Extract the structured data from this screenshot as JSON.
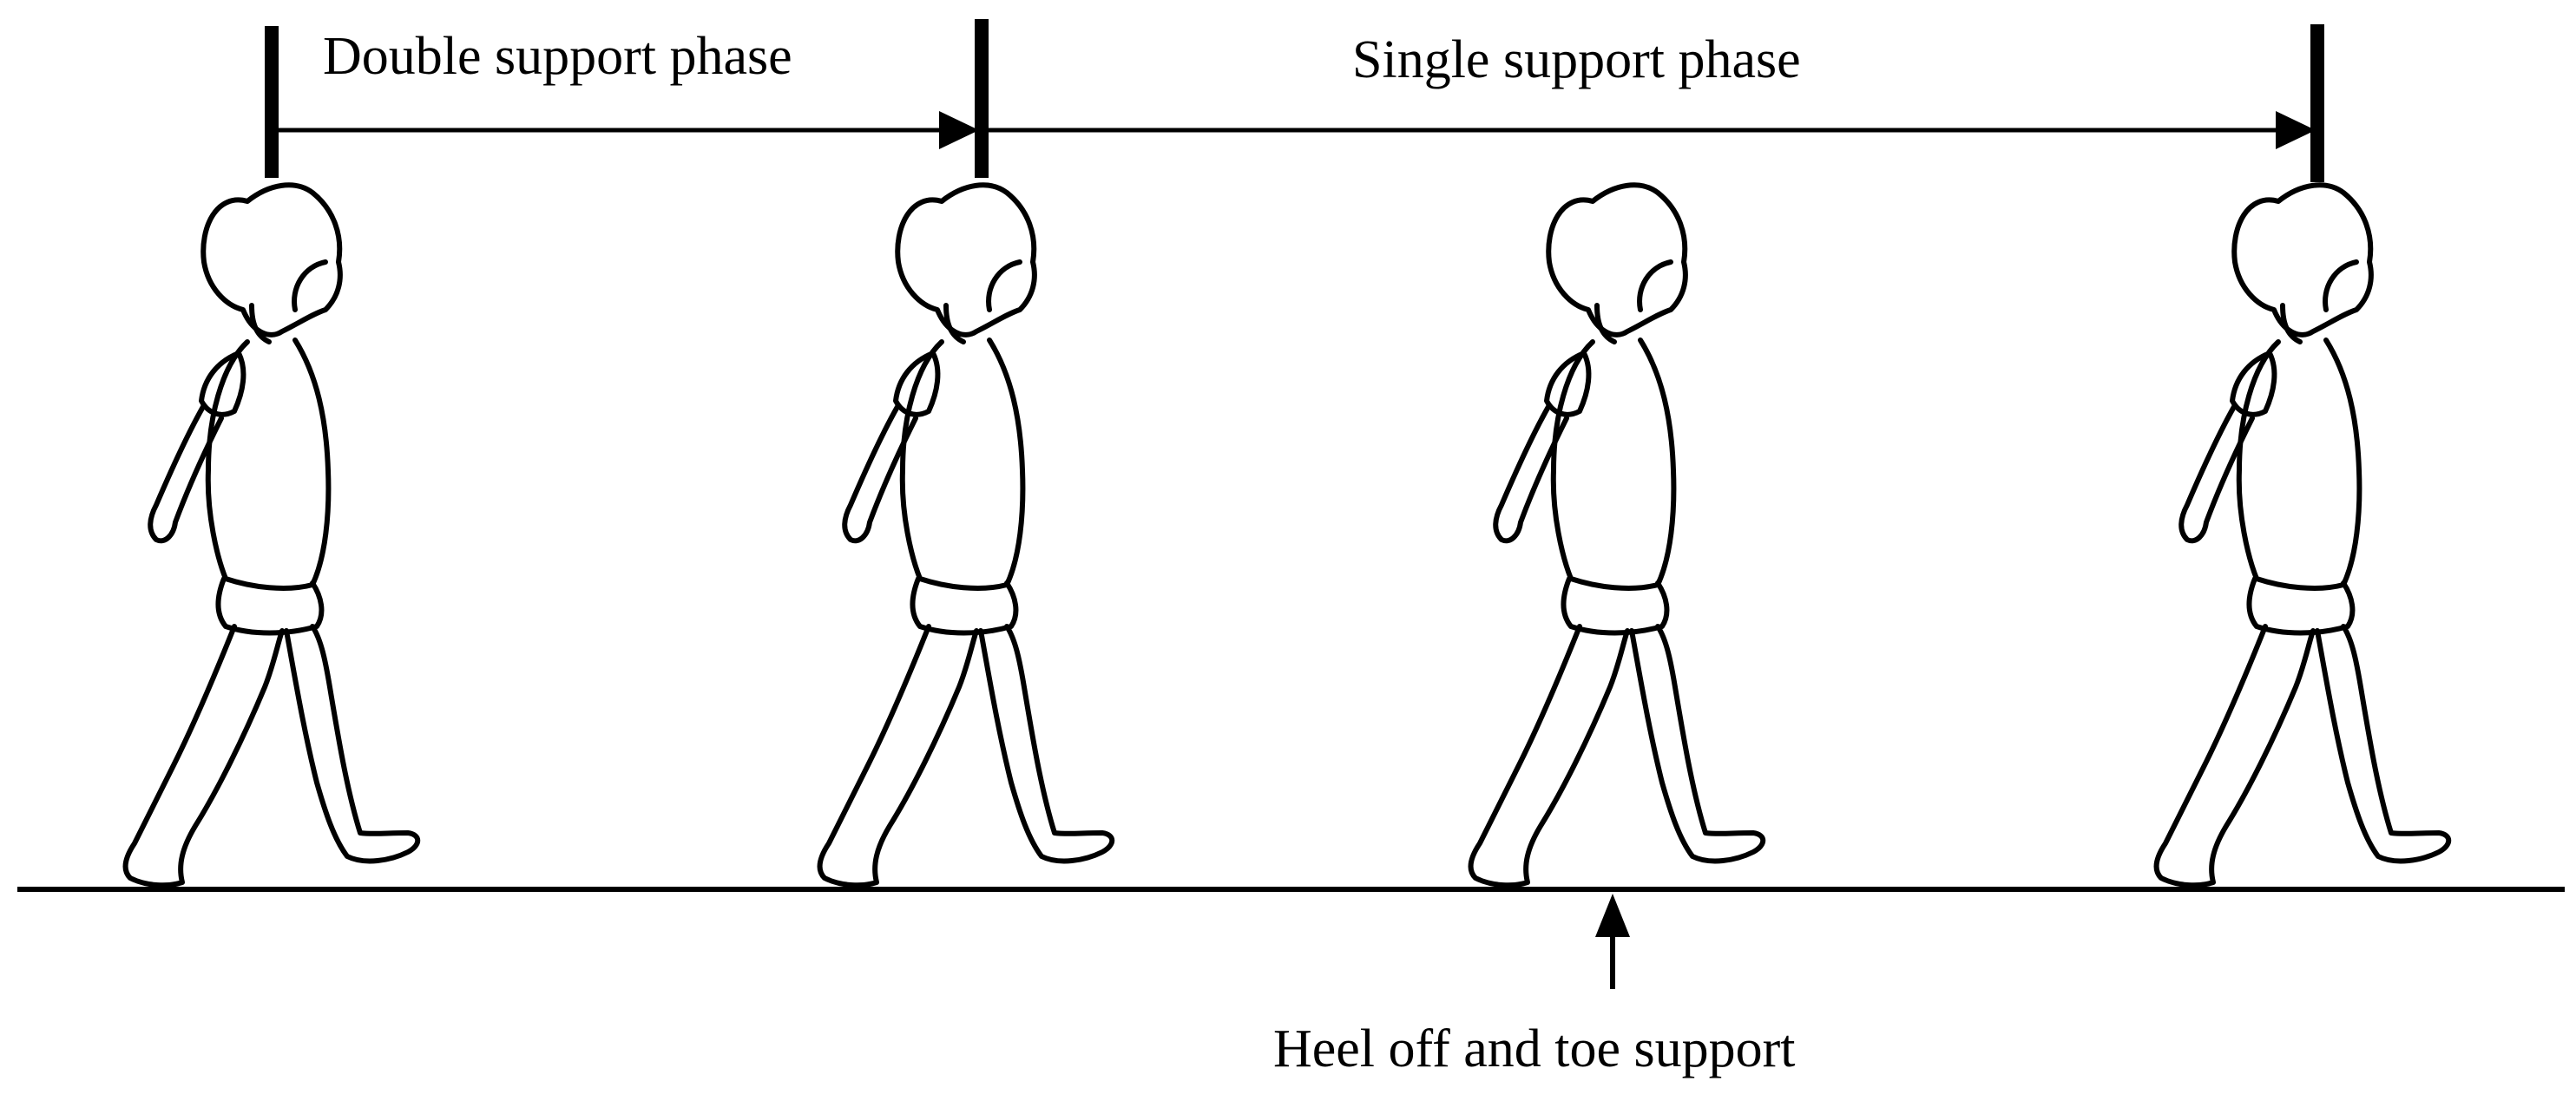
{
  "labels": {
    "double_support": "Double support phase",
    "single_support": "Single support phase",
    "heel_off": "Heel off and toe support"
  },
  "figures": [
    {
      "name": "walking-child-figure-1",
      "pose": "heel strike, trailing toe-off"
    },
    {
      "name": "walking-child-figure-2",
      "pose": "toe-off of trailing foot"
    },
    {
      "name": "walking-child-figure-3",
      "pose": "mid-stance, heel off"
    },
    {
      "name": "walking-child-figure-4",
      "pose": "heel strike of next step"
    }
  ],
  "colors": {
    "ink": "#000000",
    "background": "#ffffff"
  }
}
